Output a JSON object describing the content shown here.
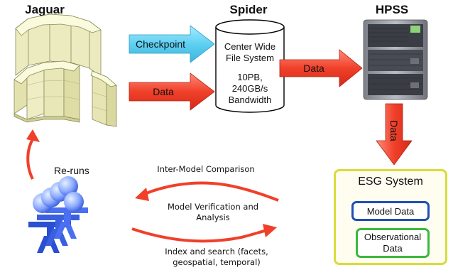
{
  "jaguar": {
    "title": "Jaguar"
  },
  "spider": {
    "title": "Spider",
    "line1": "Center Wide",
    "line2": "File System",
    "line3": "10PB,",
    "line4": "240GB/s",
    "line5": "Bandwidth"
  },
  "hpss": {
    "title": "HPSS"
  },
  "arrows": {
    "checkpoint": "Checkpoint",
    "data_to_spider": "Data",
    "data_to_hpss": "Data",
    "data_to_esg": "Data"
  },
  "esg": {
    "title": "ESG System",
    "model_data": "Model Data",
    "obs_line1": "Observational",
    "obs_line2": "Data"
  },
  "reruns": {
    "label": "Re-runs"
  },
  "flows": {
    "comparison": "Inter-Model Comparison",
    "verification_line1": "Model Verification and",
    "verification_line2": "Analysis",
    "index_line1": "Index and search (facets,",
    "index_line2": "geospatial, temporal)"
  },
  "colors": {
    "red_arrow": "#f0402a",
    "blue_arrow": "#5fd0f2",
    "esg_border": "#d9dc3a",
    "model_border": "#1f4fb5",
    "obs_border": "#3cb83c"
  }
}
